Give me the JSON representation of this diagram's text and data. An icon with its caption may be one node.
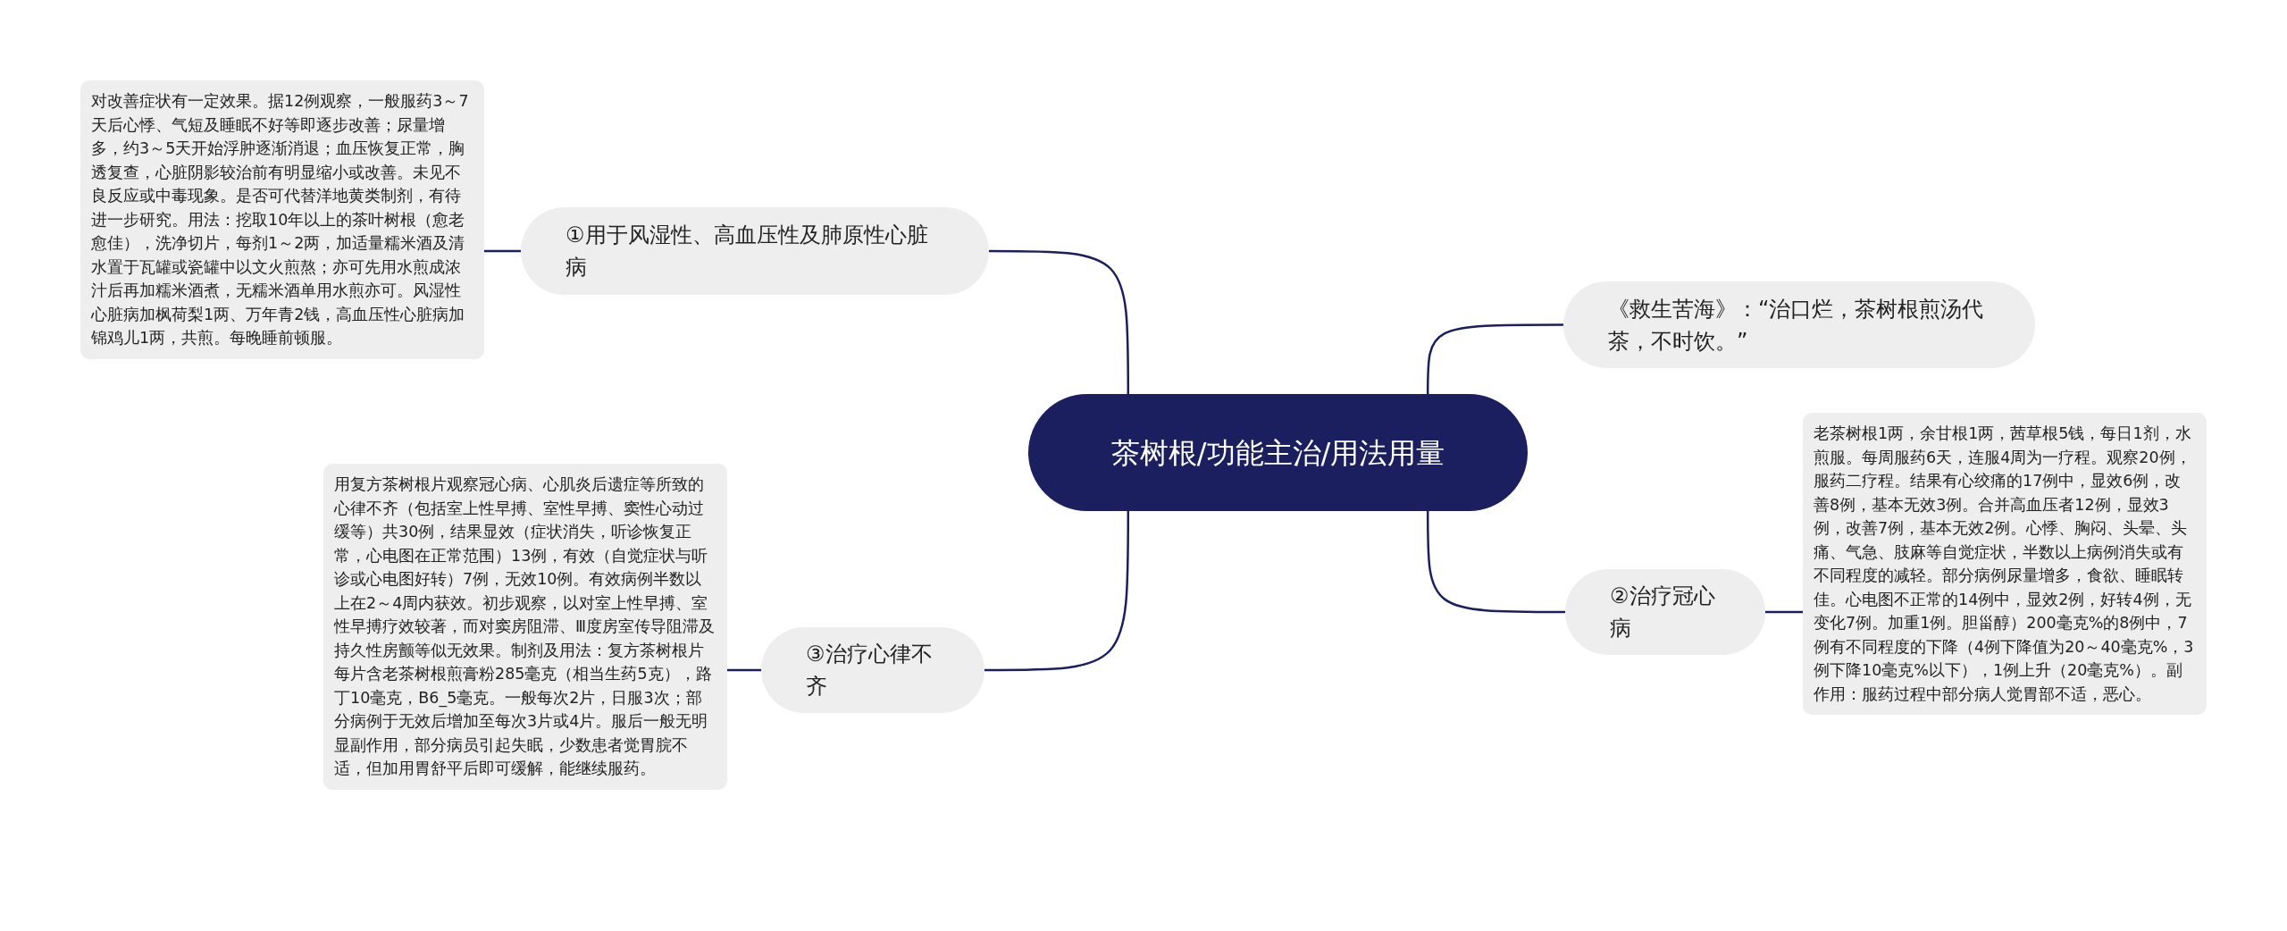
{
  "diagram": {
    "nodes": [
      {
        "text": [
          "茶树根/功能主治/用法用量"
        ]
      },
      {
        "text": [
          "①用于风湿性、高血压性及肺原性心脏病"
        ]
      },
      {
        "text": [
          "对改善症状有一定效果。据12例观察，一般服药3～7天后心悸、气短及睡眠不好等即逐步改善；尿量增多，约3～5天开始浮肿逐渐消退；血压恢复正常，胸透复查，心脏阴影较治前有明显缩小或改善。未见不良反应或中毒现象。是否可代替洋地黄类制剂，有待进一步研究。用法：挖取10年以上的茶叶树根（愈老愈佳），洗净切片，每剂1～2两，加适量糯米酒及清水置于瓦罐或瓷罐中以文火煎熬；亦可先用水煎成浓汁后再加糯米酒煮，无糯米酒单用水煎亦可。风湿性心脏病加枫荷梨1两、万年青2钱，高血压性心脏病加锦鸡儿1两，共煎。每晚睡前顿服。"
        ]
      },
      {
        "text": [
          "《救生苦海》：“治口烂，茶树根煎汤代茶，不时饮。”"
        ]
      },
      {
        "text": [
          "②治疗冠心病"
        ]
      },
      {
        "text": [
          "老茶树根1两，余甘根1两，茜草根5钱，每日1剂，水煎服。每周服药6天，连服4周为一疗程。观察20例，服药二疗程。结果有心绞痛的17例中，显效6例，改善8例，基本无效3例。合并高血压者12例，显效3例，改善7例，基本无效2例。心悸、胸闷、头晕、头痛、气急、肢麻等自觉症状，半数以上病例消失或有不同程度的减轻。部分病例尿量增多，食欲、睡眠转佳。心电图不正常的14例中，显效2例，好转4例，无变化7例。加重1例。胆甾醇）200毫克%的8例中，7例有不同程度的下降（4例下降值为20～40毫克%，3例下降10毫克%以下），1例上升（20毫克%）。副作用：服药过程中部分病人觉胃部不适，恶心。"
        ]
      },
      {
        "text": [
          "③治疗心律不齐"
        ]
      },
      {
        "text": [
          "用复方茶树根片观察冠心病、心肌炎后遗症等所致的心律不齐（包括室上性早搏、室性早搏、窦性心动过缓等）共30例，结果显效（症状消失，听诊恢复正常，心电图在正常范围）13例，有效（自觉症状与听诊或心电图好转）7例，无效10例。有效病例半数以上在2～4周内获效。初步观察，以对室上性早搏、室性早搏疗效较著，而对窦房阻滞、Ⅲ度房室传导阻滞及持久性房颤等似无效果。制剂及用法：复方茶树根片每片含老茶树根煎膏粉285毫克（相当生药5克），路丁10毫克，B6_5毫克。一般每次2片，日服3次；部分病例于无效后增加至每次3片或4片。服后一般无明显副作用，部分病员引起失眠，少数患者觉胃脘不适，但加用胃舒平后即可缓解，能继续服药。"
        ]
      }
    ],
    "edges": [
      {
        "from": 0,
        "to": 1,
        "arrow": "none"
      },
      {
        "from": 1,
        "to": 2,
        "arrow": "none"
      },
      {
        "from": 0,
        "to": 3,
        "arrow": "none"
      },
      {
        "from": 0,
        "to": 4,
        "arrow": "none"
      },
      {
        "from": 4,
        "to": 5,
        "arrow": "none"
      },
      {
        "from": 0,
        "to": 6,
        "arrow": "none"
      },
      {
        "from": 6,
        "to": 7,
        "arrow": "none"
      }
    ]
  }
}
